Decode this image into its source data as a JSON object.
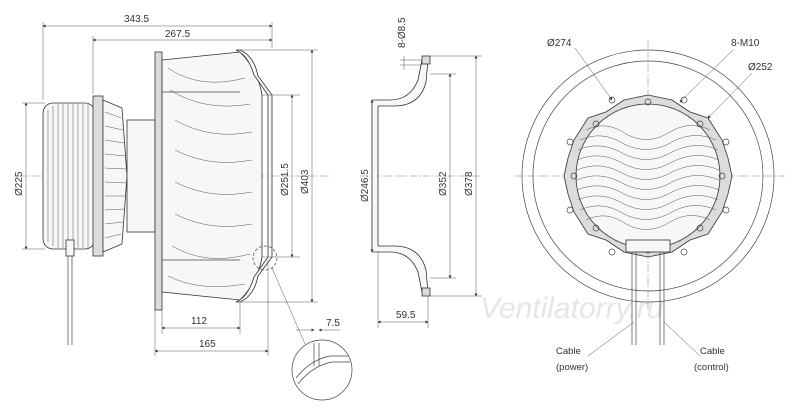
{
  "dimensions": {
    "overall_depth": "343.5",
    "impeller_depth": "267.5",
    "motor_diameter": "Ø225",
    "impeller_diameter": "Ø251.5",
    "outer_diameter": "Ø403",
    "blade_width": "112",
    "inlet_depth": "165",
    "detail_offset": "7.5",
    "nozzle_holes": "8-Ø8.5",
    "nozzle_inner_diameter": "Ø246.5",
    "nozzle_bolt_circle": "Ø352",
    "nozzle_outer_diameter": "Ø378",
    "nozzle_length": "59.5",
    "front_bolt_circle": "Ø274",
    "front_threads": "8-M10",
    "front_hub_diameter": "Ø252"
  },
  "labels": {
    "cable_power_title": "Cable",
    "cable_power_sub": "(power)",
    "cable_control_title": "Cable",
    "cable_control_sub": "(control)"
  },
  "watermark": "Ventilatorry.ru"
}
